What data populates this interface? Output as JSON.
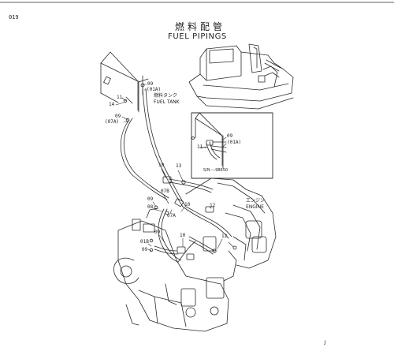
{
  "page": {
    "number": "019",
    "title_jp": "燃料配管",
    "title_en": "FUEL PIPINGS",
    "footer_mark": "ꭍ"
  },
  "labels": {
    "fuel_tank_jp": "燃料タンク",
    "fuel_tank_en": "FUEL TANK",
    "engine_jp": "エンジン",
    "engine_en": "ENGINE",
    "serial_note": "S/N ―98650"
  },
  "callouts": {
    "c09a": "09",
    "c01a_a": "(01A)",
    "c11_a": "11",
    "c14": "14",
    "c09b": "09",
    "c07a_a": "(07A)",
    "c10_a": "10",
    "c13": "13",
    "c07b": "07B",
    "c09c": "09",
    "c08": "08",
    "c10_b": "10",
    "c09d": "09",
    "c01b": "01B",
    "c09e": "09",
    "c10_c": "10",
    "c12_a": "12",
    "c12_b": "12",
    "c09_inset": "09",
    "c01a_inset": "(01A)",
    "c11_inset": "11",
    "c07a_b": "07A"
  },
  "colors": {
    "line": "#2a2a2a",
    "paper": "#ffffff"
  }
}
